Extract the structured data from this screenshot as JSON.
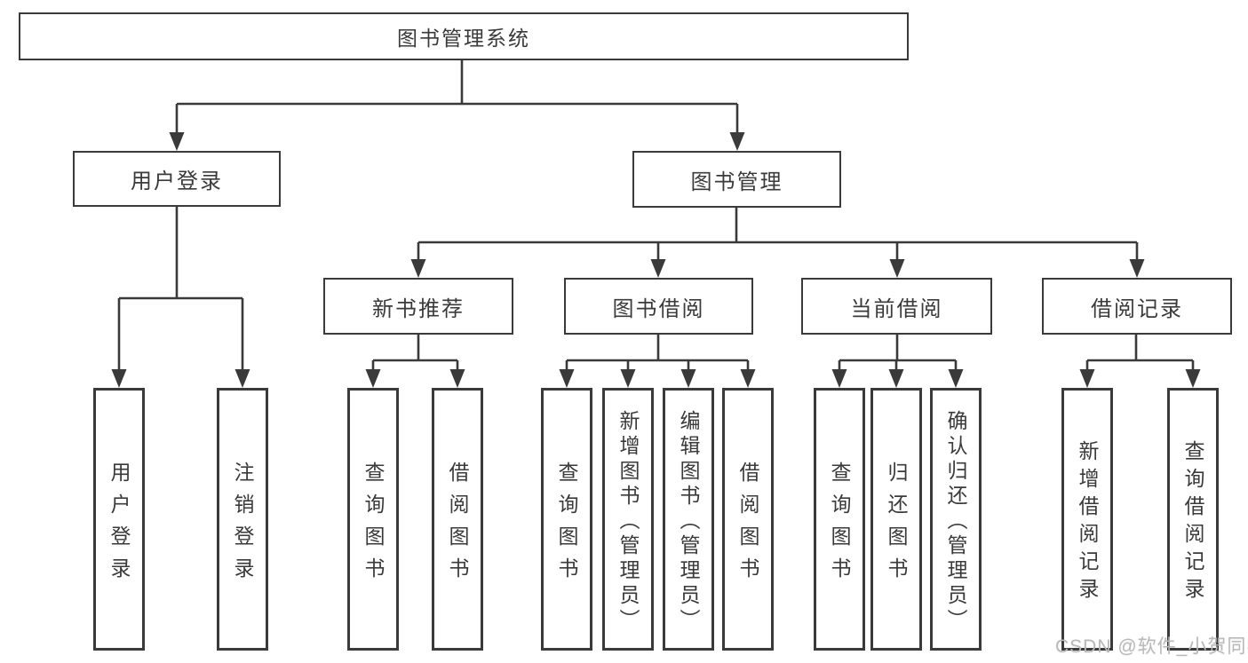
{
  "diagram": {
    "title": "图书管理系统",
    "root": {
      "label": "图书管理系统"
    },
    "level2": [
      {
        "id": "user-login",
        "label": "用户登录"
      },
      {
        "id": "book-management",
        "label": "图书管理"
      }
    ],
    "level3": [
      {
        "id": "new-book-recommend",
        "parent": "图书管理",
        "label": "新书推荐"
      },
      {
        "id": "book-borrowing",
        "parent": "图书管理",
        "label": "图书借阅"
      },
      {
        "id": "current-borrowing",
        "parent": "图书管理",
        "label": "当前借阅"
      },
      {
        "id": "borrowing-records",
        "parent": "图书管理",
        "label": "借阅记录"
      }
    ],
    "leaves": [
      {
        "parent": "用户登录",
        "label": "用户登录"
      },
      {
        "parent": "用户登录",
        "label": "注销登录"
      },
      {
        "parent": "新书推荐",
        "label": "查询图书"
      },
      {
        "parent": "新书推荐",
        "label": "借阅图书"
      },
      {
        "parent": "图书借阅",
        "label": "查询图书"
      },
      {
        "parent": "图书借阅",
        "label": "新增图书（管理员）"
      },
      {
        "parent": "图书借阅",
        "label": "编辑图书（管理员）"
      },
      {
        "parent": "图书借阅",
        "label": "借阅图书"
      },
      {
        "parent": "当前借阅",
        "label": "查询图书"
      },
      {
        "parent": "当前借阅",
        "label": "归还图书"
      },
      {
        "parent": "当前借阅",
        "label": "确认归还（管理员）"
      },
      {
        "parent": "借阅记录",
        "label": "新增借阅记录"
      },
      {
        "parent": "借阅记录",
        "label": "查询借阅记录"
      }
    ],
    "watermark": "CSDN @软件_小贺同学",
    "colors": {
      "line": "#3a3a3a",
      "text": "#3a3a3a",
      "box_background": "#ffffff",
      "watermark": "#b9b9b9",
      "background": "#ffffff"
    }
  }
}
